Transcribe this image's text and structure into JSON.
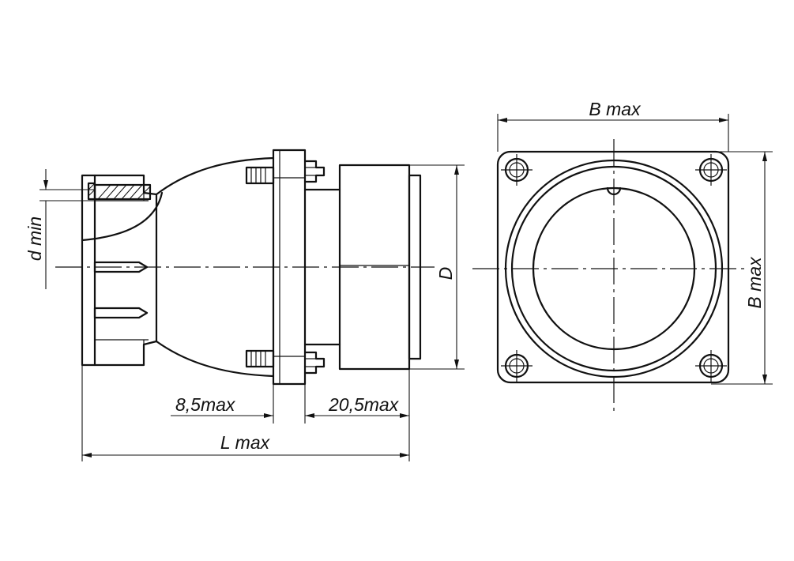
{
  "labels": {
    "d_min": "d min",
    "D": "D",
    "flange_thickness": "8,5max",
    "body_length": "20,5max",
    "overall_length": "L max",
    "width_top": "B max",
    "width_side": "B max"
  },
  "colors": {
    "line": "#111111",
    "background": "#ffffff"
  }
}
